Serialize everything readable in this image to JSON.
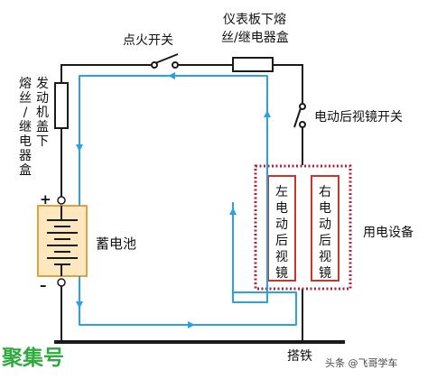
{
  "labels": {
    "ignition_switch": "点火开关",
    "dash_fuse_line1": "仪表板下熔",
    "dash_fuse_line2": "丝/继电器盒",
    "mirror_switch": "电动后视镜开关",
    "engine_fuse_col1": [
      "熔",
      "丝",
      "/",
      "继",
      "电",
      "器",
      "盒"
    ],
    "engine_fuse_col2": [
      "发",
      "动",
      "机",
      "盖",
      "下"
    ],
    "plus_sign": "+",
    "minus_sign": "–",
    "battery": "蓄电池",
    "left_mirror": [
      "左",
      "电",
      "动",
      "后",
      "视",
      "镜"
    ],
    "right_mirror": [
      "右",
      "电",
      "动",
      "后",
      "视",
      "镜"
    ],
    "load_device": "用电设备",
    "ground": "搭铁"
  },
  "watermark": {
    "logo_text": "聚集号",
    "credit": "头条 @飞哥学车"
  },
  "colors": {
    "wire": "#1a1a1a",
    "current_flow": "#29a3dc",
    "load_border": "#b0233a",
    "mirror_border": "#c0392b",
    "battery_fill": "#fde7bf",
    "battery_border": "#d9a441",
    "logo": "#2eaa3f"
  }
}
